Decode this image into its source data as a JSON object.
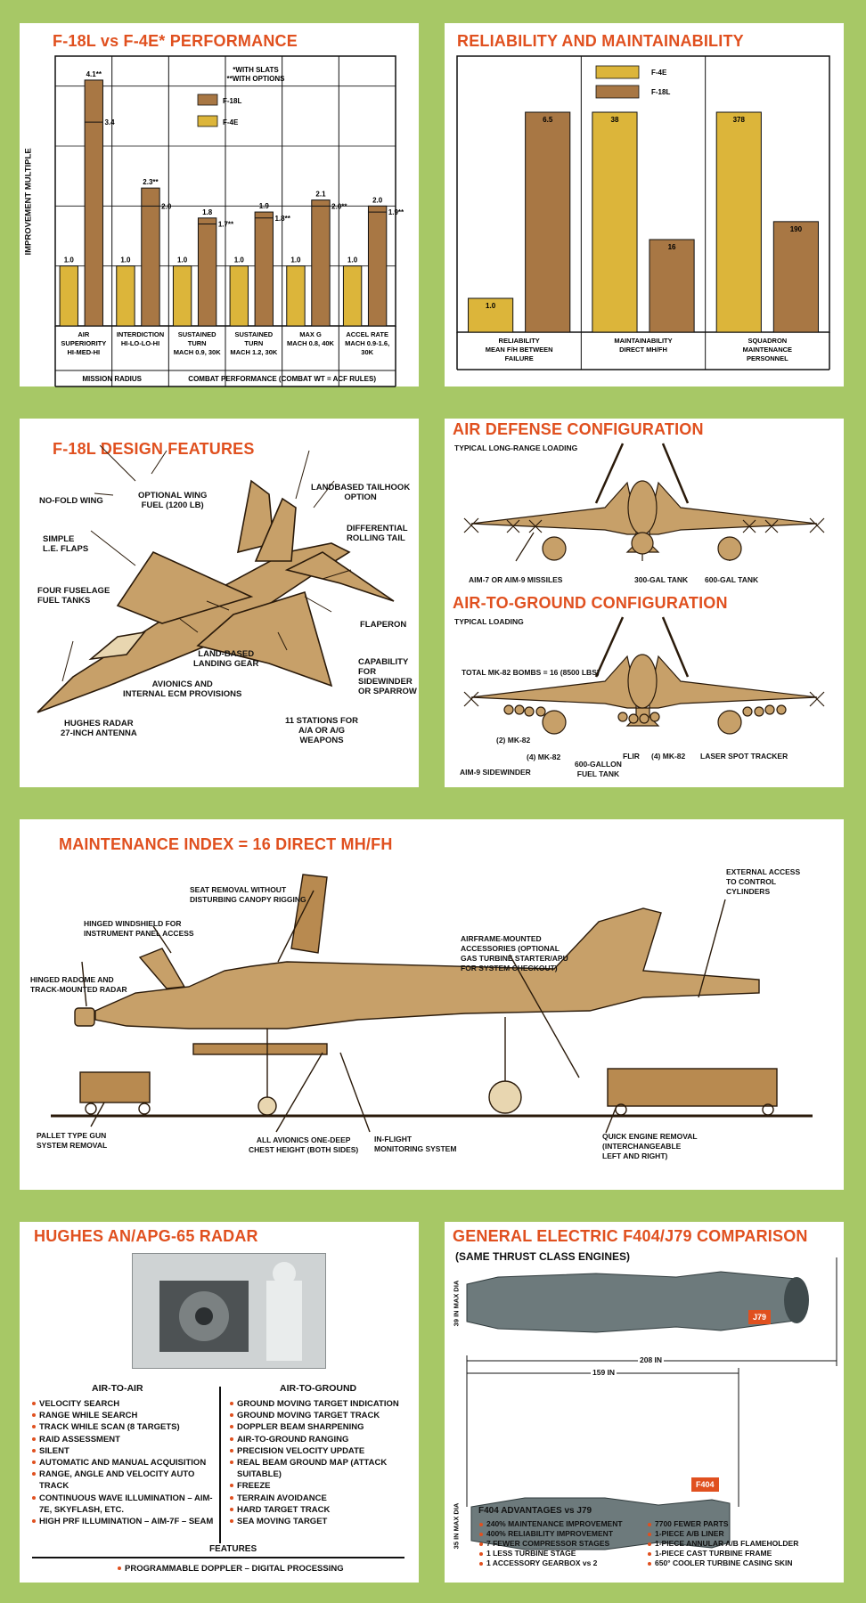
{
  "colors": {
    "background": "#a7c866",
    "title": "#e0501f",
    "f18l": "#a87744",
    "f4e": "#dcb53a",
    "tan": "#c7a069"
  },
  "perf": {
    "title": "F-18L vs F-4E* PERFORMANCE",
    "notes": [
      "*WITH SLATS",
      "**WITH OPTIONS"
    ],
    "ylabel": "IMPROVEMENT MULTIPLE",
    "group1": "MISSION RADIUS",
    "group2": "COMBAT PERFORMANCE (COMBAT WT = ACF RULES)"
  },
  "rel": {
    "title": "RELIABILITY AND MAINTAINABILITY"
  },
  "chart_data": [
    {
      "type": "bar",
      "title": "F-18L vs F-4E* PERFORMANCE",
      "ylabel": "IMPROVEMENT MULTIPLE",
      "categories": [
        [
          "AIR",
          "SUPERIORITY",
          "HI-MED-HI"
        ],
        [
          "INTERDICTION",
          "HI-LO-LO-HI"
        ],
        [
          "SUSTAINED",
          "TURN",
          "MACH 0.9, 30K"
        ],
        [
          "SUSTAINED",
          "TURN",
          "MACH 1.2, 30K"
        ],
        [
          "MAX G",
          "MACH 0.8, 40K"
        ],
        [
          "ACCEL RATE",
          "MACH 0.9-1.6,",
          "30K"
        ]
      ],
      "series": [
        {
          "name": "F-4E",
          "values": [
            1.0,
            1.0,
            1.0,
            1.0,
            1.0,
            1.0
          ],
          "labels": [
            "1.0",
            "1.0",
            "1.0",
            "1.0",
            "1.0",
            "1.0"
          ]
        },
        {
          "name": "F-18L",
          "values": [
            4.1,
            2.3,
            1.8,
            1.9,
            2.1,
            2.0
          ],
          "labels": [
            "4.1**",
            "2.3**",
            "1.8",
            "1.9",
            "2.1",
            "2.0"
          ],
          "secondary": [
            3.4,
            2.0,
            1.7,
            1.8,
            2.0,
            1.9
          ],
          "secondary_labels": [
            "3.4",
            "2.0",
            "1.7**",
            "1.8**",
            "2.0**",
            "1.9**"
          ]
        }
      ],
      "ylim": [
        0,
        4.5
      ]
    },
    {
      "type": "bar",
      "title": "RELIABILITY AND MAINTAINABILITY",
      "categories": [
        [
          "RELIABILITY",
          "MEAN F/H BETWEEN",
          "FAILURE"
        ],
        [
          "MAINTAINABILITY",
          "DIRECT MH/FH"
        ],
        [
          "SQUADRON",
          "MAINTENANCE",
          "PERSONNEL"
        ]
      ],
      "series": [
        {
          "name": "F-4E",
          "values": [
            1.0,
            38,
            378
          ],
          "labels": [
            "1.0",
            "38",
            "378"
          ]
        },
        {
          "name": "F-18L",
          "values": [
            6.5,
            16,
            190
          ],
          "labels": [
            "6.5",
            "16",
            "190"
          ]
        }
      ]
    }
  ],
  "design": {
    "title": "F-18L DESIGN FEATURES",
    "labels": [
      [
        "NO-FOLD WING"
      ],
      [
        "OPTIONAL WING",
        "FUEL (1200 LB)"
      ],
      [
        "LANDBASED TAILHOOK",
        "OPTION"
      ],
      [
        "SIMPLE",
        "L.E. FLAPS"
      ],
      [
        "DIFFERENTIAL",
        "ROLLING TAIL"
      ],
      [
        "FOUR FUSELAGE",
        "FUEL TANKS"
      ],
      [
        "FLAPERON"
      ],
      [
        "LAND-BASED",
        "LANDING GEAR"
      ],
      [
        "CAPABILITY",
        "FOR",
        "SIDEWINDER",
        "OR SPARROW"
      ],
      [
        "AVIONICS AND",
        "INTERNAL ECM PROVISIONS"
      ],
      [
        "HUGHES RADAR",
        "27-INCH ANTENNA"
      ],
      [
        "11 STATIONS FOR",
        "A/A OR A/G",
        "WEAPONS"
      ]
    ]
  },
  "airdef": {
    "title": "AIR DEFENSE CONFIGURATION",
    "subtitle": "TYPICAL LONG-RANGE LOADING",
    "labels": [
      "AIM-7 OR AIM-9 MISSILES",
      "300-GAL TANK",
      "600-GAL TANK"
    ]
  },
  "a2g": {
    "title": "AIR-TO-GROUND CONFIGURATION",
    "subtitle": "TYPICAL LOADING",
    "total": "TOTAL MK-82 BOMBS = 16 (8500 LBS)",
    "labels": [
      "(2) MK-82",
      "(4) MK-82",
      "600-GALLON",
      "FUEL TANK",
      "FLIR",
      "(4) MK-82",
      "LASER SPOT TRACKER",
      "AIM-9 SIDEWINDER"
    ]
  },
  "maint": {
    "title": "MAINTENANCE INDEX = 16 DIRECT MH/FH",
    "labels": [
      [
        "SEAT REMOVAL WITHOUT",
        "DISTURBING CANOPY RIGGING"
      ],
      [
        "HINGED WINDSHIELD FOR",
        "INSTRUMENT PANEL ACCESS"
      ],
      [
        "HINGED RADOME AND",
        "TRACK-MOUNTED RADAR"
      ],
      [
        "EXTERNAL ACCESS",
        "TO CONTROL",
        "CYLINDERS"
      ],
      [
        "AIRFRAME-MOUNTED",
        "ACCESSORIES (OPTIONAL",
        "GAS TURBINE STARTER/APU",
        "FOR SYSTEM CHECKOUT)"
      ],
      [
        "PALLET TYPE GUN",
        "SYSTEM REMOVAL"
      ],
      [
        "ALL AVIONICS ONE-DEEP",
        "CHEST HEIGHT (BOTH SIDES)"
      ],
      [
        "IN-FLIGHT",
        "MONITORING SYSTEM"
      ],
      [
        "QUICK ENGINE REMOVAL",
        "(INTERCHANGEABLE",
        "LEFT AND RIGHT)"
      ]
    ]
  },
  "radar": {
    "title": "HUGHES AN/APG-65 RADAR",
    "a2a_head": "AIR-TO-AIR",
    "a2g_head": "AIR-TO-GROUND",
    "a2a": [
      "VELOCITY SEARCH",
      "RANGE WHILE SEARCH",
      "TRACK WHILE SCAN (8 TARGETS)",
      "RAID ASSESSMENT",
      "SILENT",
      "AUTOMATIC AND MANUAL ACQUISITION",
      "RANGE, ANGLE AND VELOCITY AUTO TRACK",
      "CONTINUOUS WAVE ILLUMINATION – AIM-7E, SKYFLASH, ETC.",
      "HIGH PRF ILLUMINATION – AIM-7F – SEAM"
    ],
    "a2g": [
      "GROUND MOVING TARGET INDICATION",
      "GROUND MOVING TARGET TRACK",
      "DOPPLER BEAM SHARPENING",
      "AIR-TO-GROUND RANGING",
      "PRECISION VELOCITY UPDATE",
      "REAL BEAM GROUND MAP (ATTACK SUITABLE)",
      "FREEZE",
      "TERRAIN AVOIDANCE",
      "HARD TARGET TRACK",
      "SEA MOVING TARGET"
    ],
    "features_head": "FEATURES",
    "features": "PROGRAMMABLE DOPPLER – DIGITAL PROCESSING"
  },
  "engine": {
    "title": "GENERAL ELECTRIC F404/J79 COMPARISON",
    "subtitle": "(SAME THRUST CLASS ENGINES)",
    "j79_tag": "J79",
    "f404_tag": "F404",
    "dim_208": "208 IN",
    "dim_159": "159 IN",
    "dia_39": "39 IN MAX DIA",
    "dia_35": "35 IN MAX DIA",
    "adv_title": "F404 ADVANTAGES vs J79",
    "adv_left": [
      "240% MAINTENANCE IMPROVEMENT",
      "400% RELIABILITY IMPROVEMENT",
      "7 FEWER COMPRESSOR STAGES",
      "1 LESS TURBINE STAGE",
      "1 ACCESSORY GEARBOX vs 2"
    ],
    "adv_right": [
      "7700 FEWER PARTS",
      "1-PIECE A/B LINER",
      "1-PIECE ANNULAR A/B FLAMEHOLDER",
      "1-PIECE CAST TURBINE FRAME",
      "650° COOLER TURBINE CASING SKIN"
    ]
  }
}
